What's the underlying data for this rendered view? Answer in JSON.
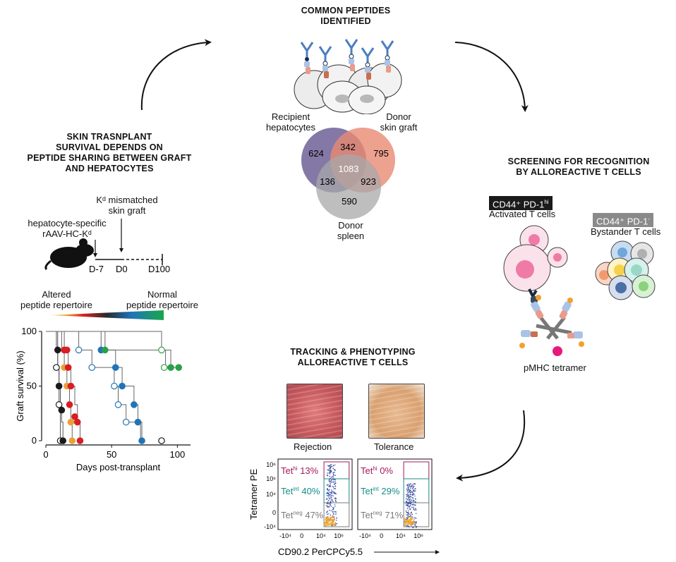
{
  "headers": {
    "peptides_l1": "COMMON PEPTIDES",
    "peptides_l2": "IDENTIFIED",
    "survival_l1": "SKIN TRASNPLANT",
    "survival_l2": "SURVIVAL DEPENDS ON",
    "survival_l3": "PEPTIDE SHARING BETWEEN GRAFT",
    "survival_l4": "AND HEPATOCYTES",
    "screening_l1": "SCREENING FOR RECOGNITION",
    "screening_l2": "BY ALLOREACTIVE T CELLS",
    "tracking_l1": "TRACKING & PHENOTYPING",
    "tracking_l2": "ALLOREACTIVE T CELLS"
  },
  "venn": {
    "recipient_l1": "Recipient",
    "recipient_l2": "hepatocytes",
    "donor_skin_l1": "Donor",
    "donor_skin_l2": "skin graft",
    "donor_spleen_l1": "Donor",
    "donor_spleen_l2": "spleen",
    "n_recipient_only": "624",
    "n_skin_only": "795",
    "n_spleen_only": "590",
    "n_recipient_skin": "342",
    "n_recipient_spleen": "136",
    "n_skin_spleen": "923",
    "n_all": "1083",
    "colors": {
      "recipient": "#6e6197",
      "skin": "#e98a73",
      "spleen": "#a8a8aa"
    }
  },
  "timeline": {
    "kd_l1": "Kᵈ mismatched",
    "kd_l2": "skin graft",
    "hep_l1": "hepatocyte-specific",
    "hep_l2": "rAAV-HC-Kᵈ",
    "d_minus7": "D-7",
    "d0": "D0",
    "d100": "D100"
  },
  "repertoire": {
    "altered_l1": "Altered",
    "altered_l2": "peptide repertoire",
    "normal_l1": "Normal",
    "normal_l2": "peptide repertoire"
  },
  "chart_data": {
    "type": "line",
    "subtype": "kaplan-meier",
    "xlabel": "Days post-transplant",
    "ylabel": "Graft survival (%)",
    "xlim": [
      0,
      110
    ],
    "ylim": [
      0,
      100
    ],
    "xticks": [
      "0",
      "50",
      "100"
    ],
    "yticks": [
      "0",
      "50",
      "100"
    ],
    "series": [
      {
        "color": "#1a1a1a",
        "fill": true,
        "steps": [
          [
            0,
            100
          ],
          [
            8,
            83
          ],
          [
            9,
            67
          ],
          [
            10,
            50
          ],
          [
            11,
            33
          ],
          [
            12,
            17
          ],
          [
            13,
            0
          ]
        ]
      },
      {
        "color": "#1a1a1a",
        "fill": false,
        "steps": [
          [
            0,
            100
          ],
          [
            9,
            67
          ],
          [
            10,
            33
          ],
          [
            11,
            0
          ]
        ]
      },
      {
        "color": "#e8a13a",
        "fill": true,
        "steps": [
          [
            0,
            100
          ],
          [
            12,
            83
          ],
          [
            14,
            67
          ],
          [
            16,
            50
          ],
          [
            18,
            33
          ],
          [
            19,
            17
          ],
          [
            20,
            0
          ]
        ]
      },
      {
        "color": "#d81e22",
        "fill": true,
        "steps": [
          [
            0,
            100
          ],
          [
            14,
            83
          ],
          [
            17,
            67
          ],
          [
            19,
            50
          ],
          [
            22,
            33
          ],
          [
            24,
            17
          ],
          [
            26,
            0
          ]
        ]
      },
      {
        "color": "#1f74b8",
        "fill": false,
        "steps": [
          [
            0,
            100
          ],
          [
            25,
            83
          ],
          [
            35,
            67
          ],
          [
            52,
            50
          ],
          [
            55,
            33
          ],
          [
            61,
            17
          ],
          [
            72,
            0
          ]
        ]
      },
      {
        "color": "#1f74b8",
        "fill": true,
        "steps": [
          [
            0,
            100
          ],
          [
            42,
            83
          ],
          [
            53,
            67
          ],
          [
            58,
            50
          ],
          [
            67,
            33
          ],
          [
            70,
            17
          ],
          [
            73,
            0
          ]
        ]
      },
      {
        "color": "#2aa04a",
        "fill": false,
        "steps": [
          [
            0,
            100
          ],
          [
            88,
            83
          ],
          [
            91,
            67
          ]
        ]
      },
      {
        "color": "#2aa04a",
        "fill": true,
        "steps": [
          [
            0,
            100
          ],
          [
            45,
            83
          ],
          [
            95,
            67
          ],
          [
            101,
            67
          ]
        ]
      }
    ],
    "markers": [
      {
        "x": 9,
        "y": 83,
        "c": "#1a1a1a",
        "f": true
      },
      {
        "x": 8,
        "y": 67,
        "c": "#1a1a1a",
        "f": false
      },
      {
        "x": 10,
        "y": 50,
        "c": "#1a1a1a",
        "f": true
      },
      {
        "x": 10,
        "y": 33,
        "c": "#1a1a1a",
        "f": false
      },
      {
        "x": 12,
        "y": 28,
        "c": "#1a1a1a",
        "f": true
      },
      {
        "x": 11,
        "y": 0,
        "c": "#1a1a1a",
        "f": false
      },
      {
        "x": 13,
        "y": 0,
        "c": "#1a1a1a",
        "f": true
      },
      {
        "x": 14,
        "y": 83,
        "c": "#d81e22",
        "f": true
      },
      {
        "x": 16,
        "y": 83,
        "c": "#d81e22",
        "f": true
      },
      {
        "x": 14,
        "y": 67,
        "c": "#e8a13a",
        "f": true
      },
      {
        "x": 17,
        "y": 67,
        "c": "#d81e22",
        "f": true
      },
      {
        "x": 16,
        "y": 50,
        "c": "#e8a13a",
        "f": true
      },
      {
        "x": 19,
        "y": 50,
        "c": "#d81e22",
        "f": true
      },
      {
        "x": 18,
        "y": 33,
        "c": "#d81e22",
        "f": true
      },
      {
        "x": 22,
        "y": 22,
        "c": "#d81e22",
        "f": true
      },
      {
        "x": 19,
        "y": 17,
        "c": "#e8a13a",
        "f": true
      },
      {
        "x": 24,
        "y": 17,
        "c": "#d81e22",
        "f": true
      },
      {
        "x": 20,
        "y": 0,
        "c": "#e8a13a",
        "f": true
      },
      {
        "x": 26,
        "y": 0,
        "c": "#d81e22",
        "f": true
      },
      {
        "x": 25,
        "y": 83,
        "c": "#1f74b8",
        "f": false
      },
      {
        "x": 42,
        "y": 83,
        "c": "#1f74b8",
        "f": true
      },
      {
        "x": 45,
        "y": 83,
        "c": "#2aa04a",
        "f": true
      },
      {
        "x": 35,
        "y": 67,
        "c": "#1f74b8",
        "f": false
      },
      {
        "x": 53,
        "y": 67,
        "c": "#1f74b8",
        "f": true
      },
      {
        "x": 52,
        "y": 50,
        "c": "#1f74b8",
        "f": false
      },
      {
        "x": 58,
        "y": 50,
        "c": "#1f74b8",
        "f": true
      },
      {
        "x": 55,
        "y": 33,
        "c": "#1f74b8",
        "f": false
      },
      {
        "x": 67,
        "y": 33,
        "c": "#1f74b8",
        "f": true
      },
      {
        "x": 61,
        "y": 17,
        "c": "#1f74b8",
        "f": false
      },
      {
        "x": 70,
        "y": 17,
        "c": "#1f74b8",
        "f": true
      },
      {
        "x": 73,
        "y": 0,
        "c": "#1f74b8",
        "f": true
      },
      {
        "x": 88,
        "y": 83,
        "c": "#2aa04a",
        "f": false
      },
      {
        "x": 90,
        "y": 67,
        "c": "#2aa04a",
        "f": false
      },
      {
        "x": 95,
        "y": 67,
        "c": "#2aa04a",
        "f": true
      },
      {
        "x": 101,
        "y": 67,
        "c": "#2aa04a",
        "f": true
      },
      {
        "x": 88,
        "y": 0,
        "c": "#1a1a1a",
        "f": false
      }
    ]
  },
  "screening": {
    "activated_badge_main": "CD44⁺ PD-1",
    "activated_badge_sup": "hi",
    "activated_label": "Activated T cells",
    "bystander_badge_main": "CD44⁺ PD-1",
    "bystander_badge_sup": "-",
    "bystander_label": "Bystander T cells",
    "tetramer_label": "pMHC tetramer"
  },
  "tracking": {
    "rejection": "Rejection",
    "tolerance": "Tolerance",
    "ylabel": "Tetramer PE",
    "xlabel": "CD90.2 PerCPCy5.5",
    "yticks": [
      "10⁶",
      "10⁶",
      "10⁴",
      "0",
      "-10⁴"
    ],
    "xticks": [
      "-10⁴",
      "0",
      "10⁴",
      "10⁶"
    ],
    "rejection_gates": [
      {
        "name": "Tet",
        "sup": "hi",
        "value": "13%",
        "color": "#a3185e"
      },
      {
        "name": "Tet",
        "sup": "int",
        "value": "40%",
        "color": "#178c8c"
      },
      {
        "name": "Tet",
        "sup": "neg",
        "value": "47%",
        "color": "#7a7a7a"
      }
    ],
    "tolerance_gates": [
      {
        "name": "Tet",
        "sup": "hi",
        "value": "0%",
        "color": "#a3185e"
      },
      {
        "name": "Tet",
        "sup": "int",
        "value": "29%",
        "color": "#178c8c"
      },
      {
        "name": "Tet",
        "sup": "neg",
        "value": "71%",
        "color": "#7a7a7a"
      }
    ]
  }
}
